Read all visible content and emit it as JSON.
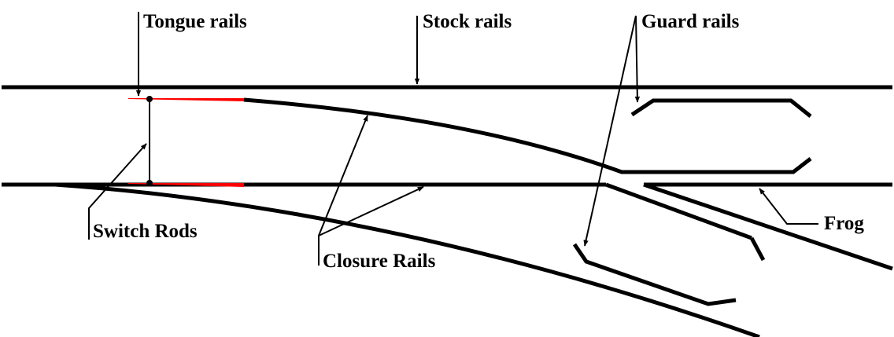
{
  "labels": {
    "tongue_rails": "Tongue rails",
    "stock_rails": "Stock rails",
    "guard_rails": "Guard rails",
    "switch_rods": "Switch Rods",
    "closure_rails": "Closure Rails",
    "frog": "Frog"
  },
  "colors": {
    "rail": "#000000",
    "tongue_tip": "#ff0000",
    "background": "#ffffff"
  }
}
